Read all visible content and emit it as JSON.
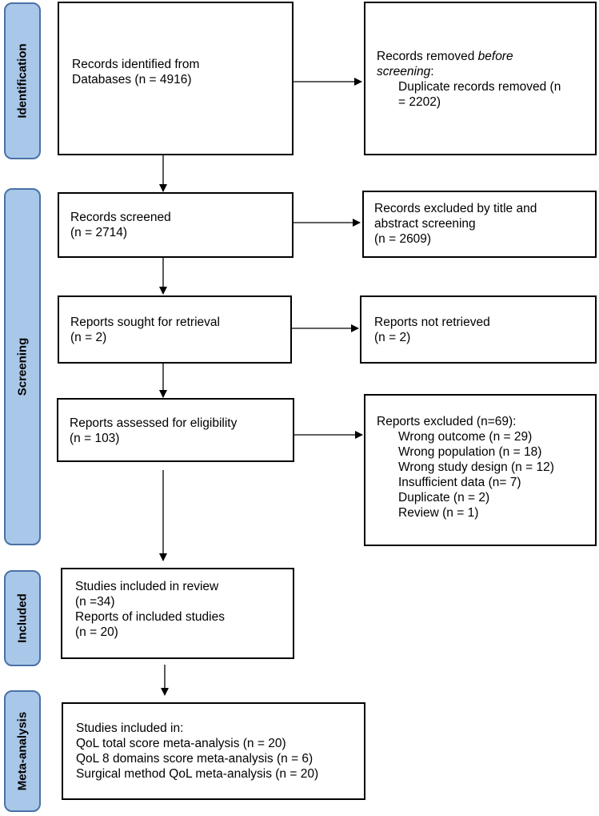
{
  "phases": {
    "identification": "Identification",
    "screening": "Screening",
    "included": "Included",
    "meta_analysis": "Meta-analysis"
  },
  "boxes": {
    "identified": {
      "line1": "Records identified from",
      "line2": "Databases (n = 4916)"
    },
    "removed": {
      "line1_a": "Records removed ",
      "line1_b": "before",
      "line2_a": "screening",
      "line2_b": ":",
      "line3": "Duplicate records removed (n",
      "line4": "= 2202)"
    },
    "screened": {
      "line1": "Records screened",
      "line2": "(n = 2714)"
    },
    "excluded_title": {
      "line1": "Records excluded by title and",
      "line2": "abstract screening",
      "line3": "(n = 2609)"
    },
    "sought": {
      "line1": "Reports sought for retrieval",
      "line2": "(n = 2)"
    },
    "not_retrieved": {
      "line1": "Reports not retrieved",
      "line2": "(n = 2)"
    },
    "assessed": {
      "line1": "Reports assessed for eligibility",
      "line2": "(n = 103)"
    },
    "excluded_reports": {
      "title": "Reports excluded (n=69):",
      "items": [
        "Wrong outcome (n = 29)",
        "Wrong population (n = 18)",
        "Wrong study design (n = 12)",
        "Insufficient data (n= 7)",
        "Duplicate (n = 2)",
        "Review (n = 1)"
      ]
    },
    "included": {
      "line1": "Studies included in review",
      "line2": "(n =34)",
      "line3": "Reports of included studies",
      "line4": "(n = 20)"
    },
    "meta": {
      "line1": "Studies included in:",
      "line2": "QoL total score meta-analysis (n = 20)",
      "line3": "QoL 8 domains score meta-analysis (n = 6)",
      "line4": "Surgical method QoL meta-analysis (n = 20)"
    }
  }
}
